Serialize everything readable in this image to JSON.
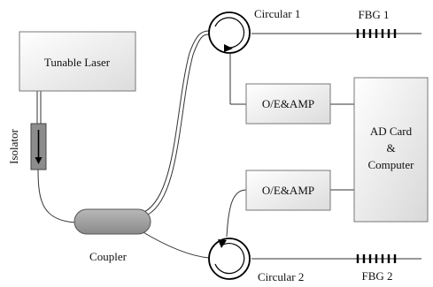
{
  "laser": {
    "label": "Tunable Laser"
  },
  "isolator": {
    "label": "Isolator"
  },
  "coupler": {
    "label": "Coupler"
  },
  "circulator_1": {
    "label": "Circular 1"
  },
  "circulator_2": {
    "label": "Circular 2"
  },
  "fbg_1": {
    "label": "FBG 1"
  },
  "fbg_2": {
    "label": "FBG 2"
  },
  "oe_amp_1": {
    "label": "O/E&AMP"
  },
  "oe_amp_2": {
    "label": "O/E&AMP"
  },
  "computer": {
    "line1": "AD Card",
    "line2": "&",
    "line3": "Computer"
  }
}
